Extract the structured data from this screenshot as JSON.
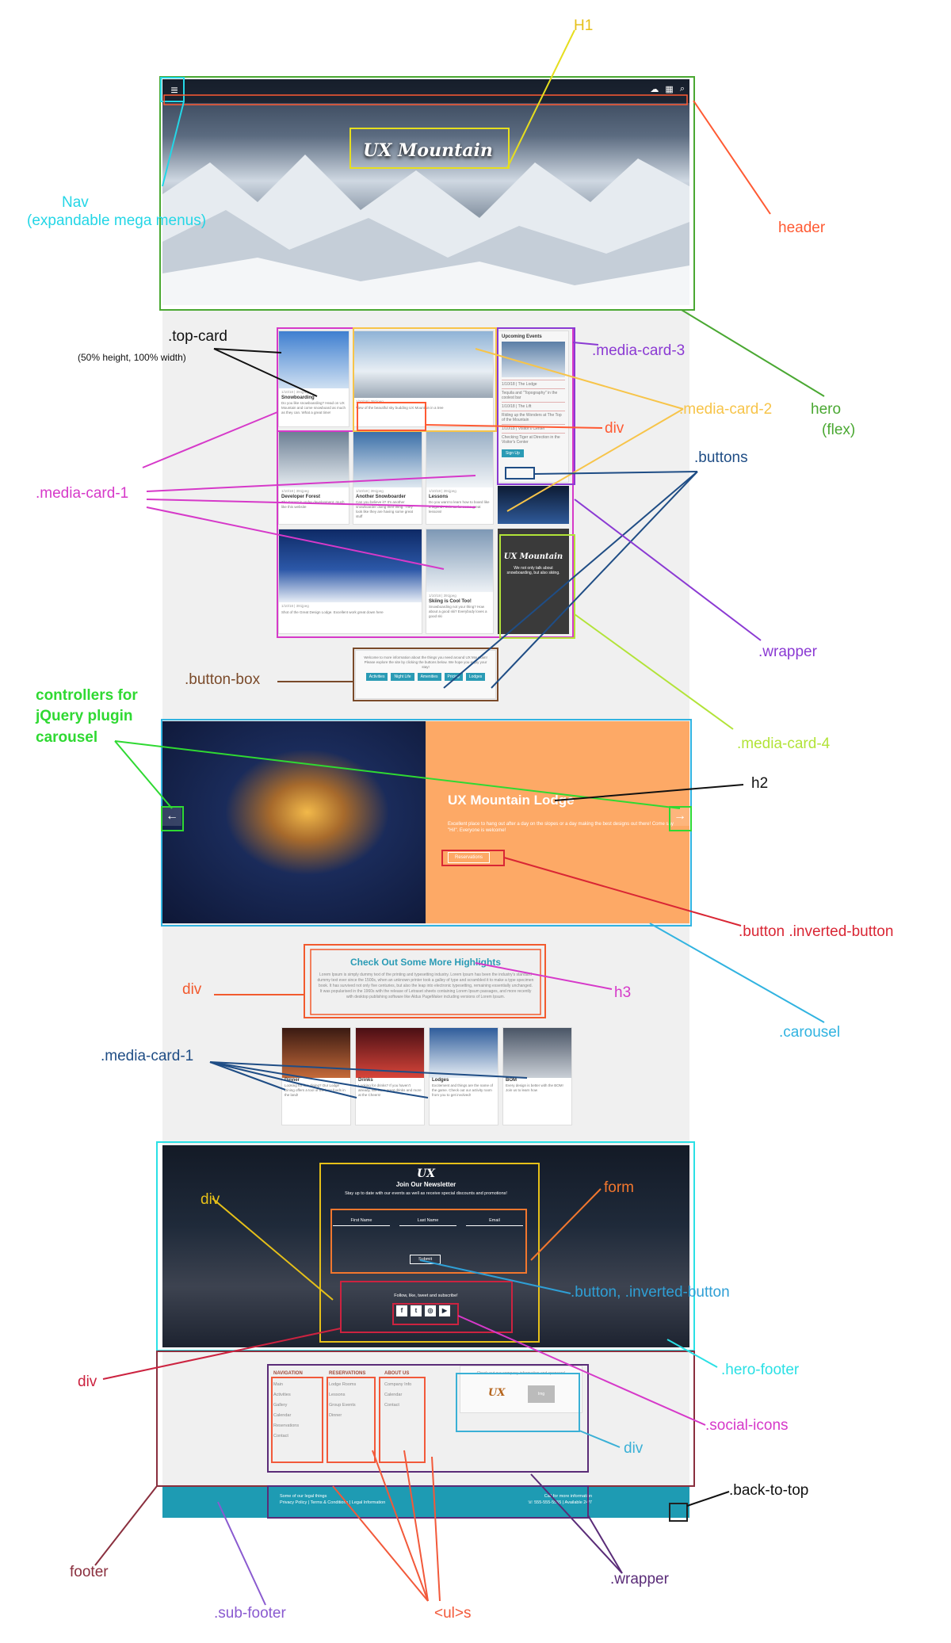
{
  "hero": {
    "title": "UX Mountain",
    "header_icons": [
      "☁",
      "▦",
      "⌕"
    ]
  },
  "media": {
    "top_card": {
      "meta": "1/10/18 | 391jpeg",
      "title": "Snowboarding",
      "text": "Do you like snowboarding? Head on UX Mountain and come snowboard as much as they can. What a great time!"
    },
    "card2": {
      "meta": "1/10/18 | 391jpeg",
      "title": "",
      "text": "View of the beautiful sky budding UX Mountain in a tree"
    },
    "row2": [
      {
        "meta": "1/10/18 | 391jpeg",
        "title": "Developer Forest",
        "text": "The Forest is under development, much like this website"
      },
      {
        "meta": "1/10/18 | 391jpeg",
        "title": "Another Snowboarder",
        "text": "Can you believe it? It's another snowboarder doing their thing. They look like they are having some great stuff"
      },
      {
        "meta": "1/10/18 | 391jpeg",
        "title": "Lessons",
        "text": "Do you want to learn how to board like a legend? Join us for some great lessons!"
      }
    ],
    "row3": [
      {
        "meta": "1/10/18 | 391jpeg",
        "title": "",
        "text": "Shot of the Great Design Lodge. Excellent work great down here"
      },
      {
        "meta": "1/10/18 | 391jpeg",
        "title": "Skiing is Cool Too!",
        "text": "Snowboarding not your thing? How about a good ski? Everybody loves a good ski"
      }
    ],
    "events": {
      "title": "Upcoming Events",
      "items": [
        "1/10/18 | The Lodge",
        "Tequila and \"Topography\" in the coolest bar",
        "1/10/18 | The Lift",
        "Riding up the Wonders at The Top of the Mountain",
        "1/10/18 | Visitor's Center",
        "Checking Tiger at Direction in the Visitor's Center"
      ],
      "button": "Sign Up"
    },
    "dark_card": {
      "logo": "UX Mountain",
      "text": "We not only talk about snowboarding, but also skiing."
    }
  },
  "button_box": {
    "text": "Welcome to more information about the things you need around UX Mountain! Please explore the site by clicking the buttons below. We hope you enjoy your stay!",
    "buttons": [
      "Activities",
      "Night Life",
      "Amenities",
      "Pricing",
      "Lodges"
    ]
  },
  "carousel": {
    "title": "UX Mountain Lodge",
    "text": "Excellent place to hang out after a day on the slopes or a day making the best designs out there! Come say \"Hi!\". Everyone is welcome!",
    "button": "Reservations",
    "prev": "←",
    "next": "→"
  },
  "highlights": {
    "title": "Check Out Some More Highlights",
    "text": "Lorem Ipsum is simply dummy text of the printing and typesetting industry. Lorem Ipsum has been the industry's standard dummy text ever since the 1500s, when an unknown printer took a galley of type and scrambled it to make a type specimen book. It has survived not only five centuries, but also the leap into electronic typesetting, remaining essentially unchanged. It was popularised in the 1960s with the release of Letraset sheets containing Lorem Ipsum passages, and more recently with desktop publishing software like Aldus PageMaker including versions of Lorem Ipsum.",
    "cards": [
      {
        "title": "Dinner",
        "text": "Looking for fine dining? Our Lodge Dining offers a tool of the best foods in the land!"
      },
      {
        "title": "Drinks",
        "text": "Looking for drinks? If you haven't already, We have great drinks and more at the Cheers!"
      },
      {
        "title": "Lodges",
        "text": "Excitement and things are the name of the game. Check out our activity room from you to get involved!"
      },
      {
        "title": "BOM",
        "text": "Every design is better with the BOM! Join us to learn how"
      }
    ]
  },
  "newsletter": {
    "logo": "UX",
    "title": "Join Our Newsletter",
    "subtitle": "Stay up to date with our events as well as receive special discounts and promotions!",
    "fields": [
      "First Name",
      "Last Name",
      "Email"
    ],
    "submit": "Submit",
    "follow": "Follow, like, tweet and subscribe!",
    "socials": [
      "f",
      "t",
      "◎",
      "▶"
    ]
  },
  "footer": {
    "columns": [
      {
        "title": "NAVIGATION",
        "items": [
          "Main",
          "Activities",
          "Gallery",
          "Calendar",
          "Reservations",
          "Contact"
        ]
      },
      {
        "title": "RESERVATIONS",
        "items": [
          "Lodge Rooms",
          "Lessons",
          "Group Events",
          "Dinner"
        ]
      },
      {
        "title": "ABOUT US",
        "items": [
          "Company Info",
          "Calendar",
          "Contact"
        ]
      }
    ],
    "sponsors_text": "Check out our company information and sponsors!",
    "sponsor_logo": "UX",
    "sponsor_placeholder": "Img"
  },
  "sub_footer": {
    "left_line1": "Some of our legal things",
    "left_line2": "Privacy Policy | Terms & Conditions | Legal Information",
    "right_line1": "Call for more information",
    "right_line2": "☏ 555-555-5555 | Available 24/7"
  },
  "annotations": {
    "h1": "H1",
    "nav": "Nav",
    "nav2": "(expandable mega menus)",
    "header": "header",
    "hero": "hero",
    "hero2": "(flex)",
    "top_card": ".top-card",
    "top_card2": "(50% height, 100% width)",
    "media_card_3": ".media-card-3",
    "media_card_2": ".media-card-2",
    "div1": "div",
    "buttons": ".buttons",
    "media_card_1": ".media-card-1",
    "wrapper": ".wrapper",
    "button_box": ".button-box",
    "media_card_4": ".media-card-4",
    "controllers1": "controllers for",
    "controllers2": "jQuery plugin",
    "controllers3": "carousel",
    "h2": "h2",
    "inverted": ".button .inverted-button",
    "carousel": ".carousel",
    "div2": "div",
    "h3": "h3",
    "media_card_1b": ".media-card-1",
    "div3": "div",
    "form": "form",
    "button_inv": ".button, .inverted-button",
    "hero_footer": ".hero-footer",
    "div_red": "div",
    "social_icons": ".social-icons",
    "div_blue": "div",
    "back_to_top": ".back-to-top",
    "footer": "footer",
    "wrapper2": ".wrapper",
    "sub_footer": ".sub-footer",
    "uls": "<ul>s"
  }
}
